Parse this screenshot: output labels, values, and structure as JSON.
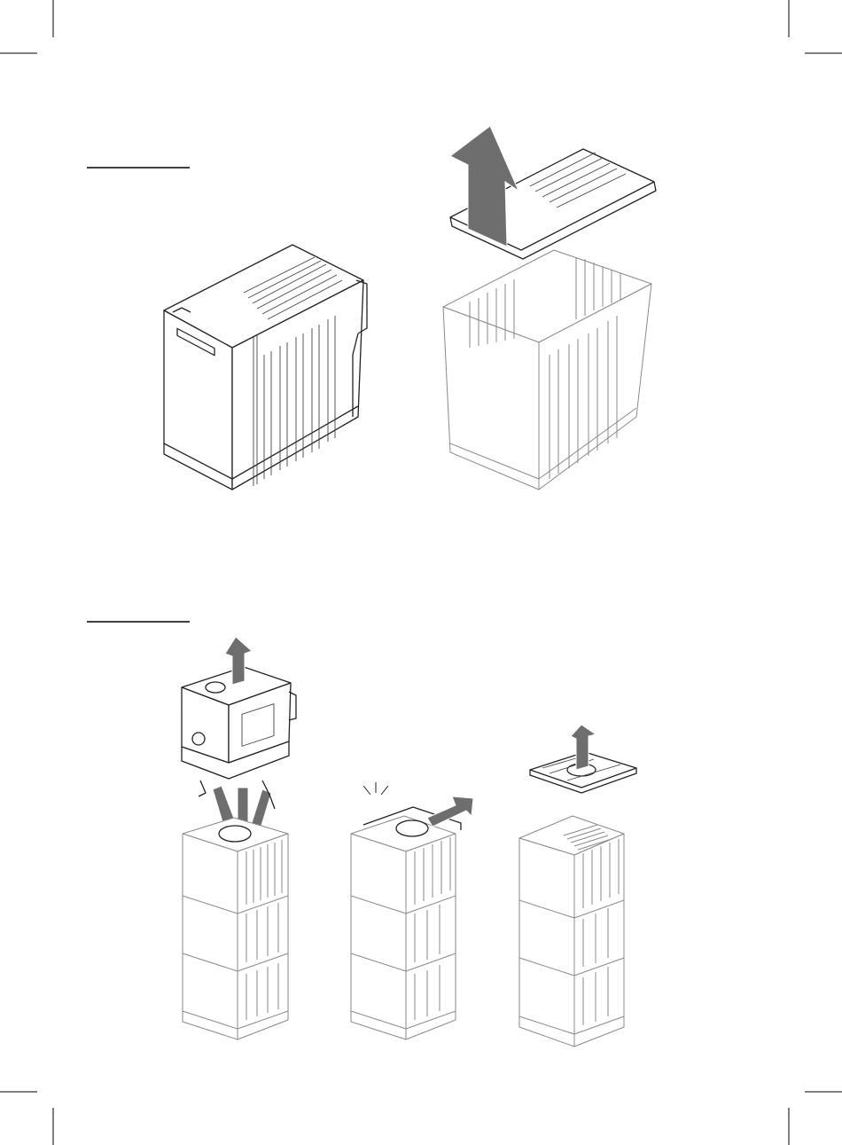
{
  "page": {
    "background": "#ffffff",
    "line_color": "#222222",
    "light_line_color": "#8a8a8a",
    "arrow_color": "#6e6e6e"
  },
  "sections": [
    {
      "id": "step-1",
      "figures": [
        "filter-housing-closed",
        "filter-housing-lid-removed"
      ]
    },
    {
      "id": "step-2",
      "figures": [
        "pump-removal",
        "clip-slide-out",
        "top-grid-removal"
      ]
    }
  ]
}
